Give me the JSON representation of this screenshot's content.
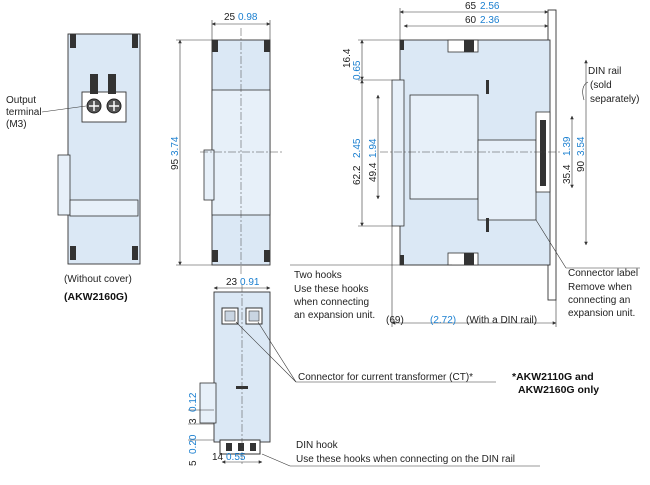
{
  "colors": {
    "accent_blue": "#1a7fd0",
    "body_fill": "#dbe8f5",
    "line": "#333333"
  },
  "left_view": {
    "output_terminal_label": [
      "Output",
      "terminal",
      "(M3)"
    ],
    "without_cover": "(Without cover)",
    "model": "(AKW2160G)"
  },
  "front_view": {
    "width_mm": "25",
    "width_in": "0.98",
    "height_mm": "95",
    "height_in": "3.74"
  },
  "side_view": {
    "width_mm": "65",
    "width_in": "2.56",
    "inner_width_mm": "60",
    "inner_width_in": "2.36",
    "top_mm": "16.4",
    "top_in": "0.65",
    "h1_mm": "62.2",
    "h1_in": "2.45",
    "h2_mm": "49.4",
    "h2_in": "1.94",
    "h3_mm": "35.4",
    "h3_in": "1.39",
    "h4_mm": "90",
    "h4_in": "3.54",
    "depth_mm": "(69)",
    "depth_in": "(2.72)",
    "depth_note": "(With a DIN rail)",
    "din_rail_note": [
      "DIN rail",
      "(sold",
      "separately)"
    ],
    "connector_label_title": "Connector label",
    "connector_label_text": [
      "Remove when",
      "connecting an",
      "expansion unit."
    ],
    "two_hooks_title": "Two hooks",
    "two_hooks_text": [
      "Use these hooks",
      "when connecting",
      "an expansion unit."
    ]
  },
  "bottom_view": {
    "width_mm": "23",
    "width_in": "0.91",
    "dim3_mm": "3",
    "dim3_in": "0.12",
    "dim5_mm": "5",
    "dim5_in": "0.20",
    "dim14_mm": "14",
    "dim14_in": "0.55",
    "ct_connector": "Connector for current transformer (CT)*",
    "footnote": [
      "*AKW2110G and",
      "AKW2160G only"
    ],
    "din_hook_title": "DIN hook",
    "din_hook_text": "Use these hooks when connecting on the DIN rail"
  }
}
